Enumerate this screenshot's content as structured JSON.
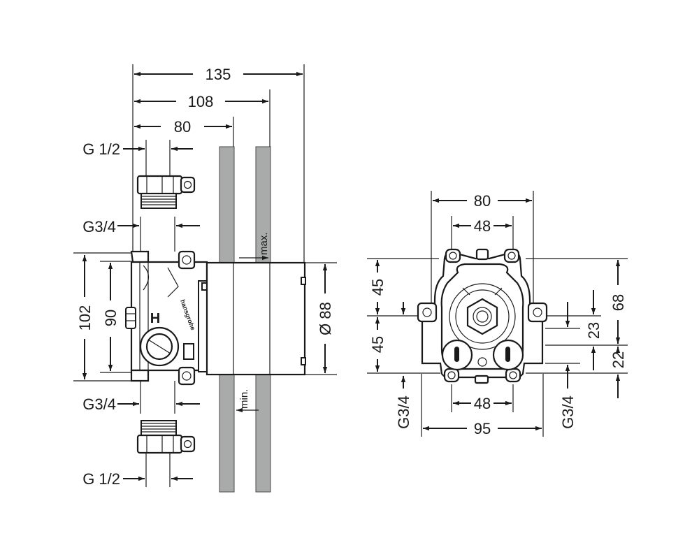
{
  "side_view": {
    "dim_135": "135",
    "dim_108": "108",
    "dim_80": "80",
    "dim_102": "102",
    "dim_90": "90",
    "dim_88": "Ø 88",
    "thread_top": "G 1/2",
    "thread_upper_body": "G3/4",
    "thread_lower_body": "G3/4",
    "thread_bottom": "G 1/2",
    "max_label": "max.",
    "min_label": "min.",
    "brand_text": "hansgrohe",
    "logo_text": "H"
  },
  "front_view": {
    "dim_80": "80",
    "dim_48_top": "48",
    "dim_48_bottom": "48",
    "dim_95": "95",
    "dim_45_upper": "45",
    "dim_45_lower": "45",
    "dim_68": "68",
    "dim_23": "23",
    "dim_22": "22",
    "thread_left": "G3/4",
    "thread_right": "G3/4"
  }
}
